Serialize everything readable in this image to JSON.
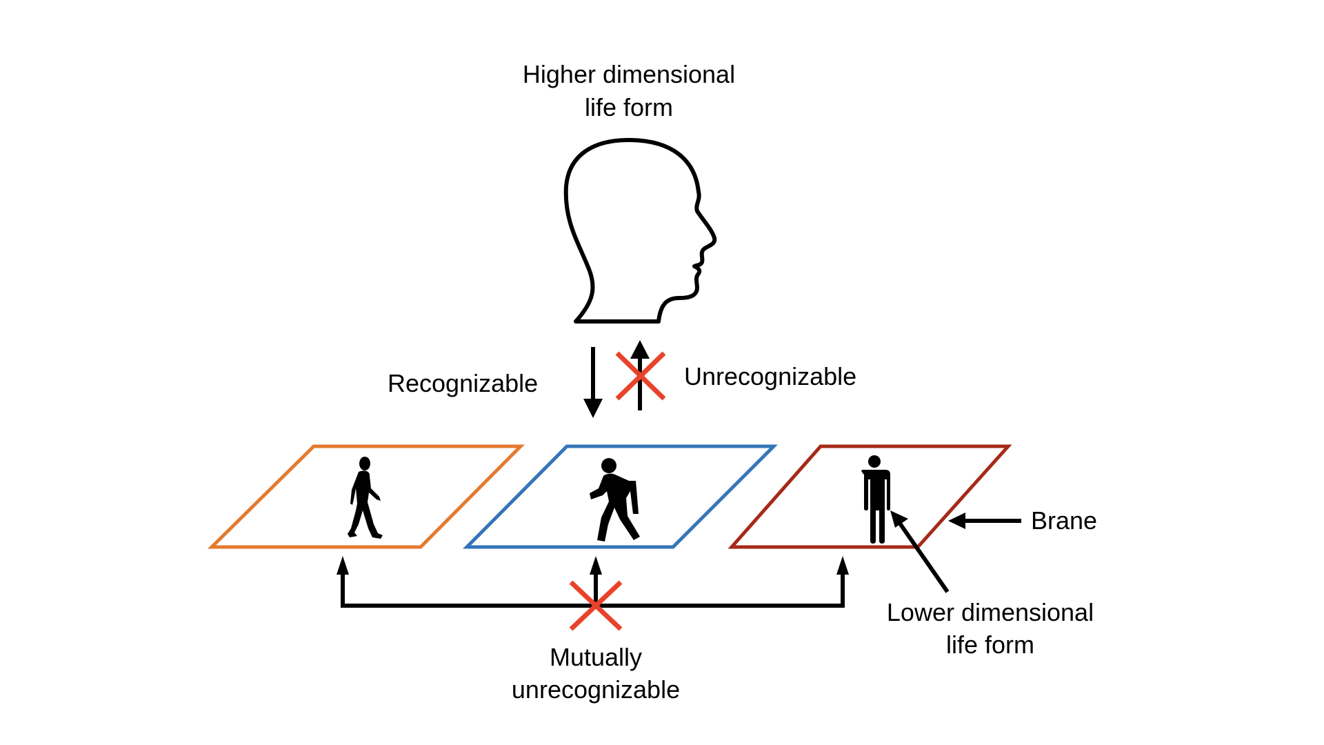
{
  "diagram": {
    "higher_life_form": {
      "label_line1": "Higher dimensional",
      "label_line2": "life form",
      "icon": "head-profile-icon"
    },
    "arrows_vertical": {
      "down_label": "Recognizable",
      "up_label": "Unrecognizable",
      "up_blocked": true
    },
    "branes": [
      {
        "name": "brane-orange",
        "color": "#E37A30",
        "figure": "walking-man-icon"
      },
      {
        "name": "brane-blue",
        "color": "#3574B8",
        "figure": "pedestrian-icon"
      },
      {
        "name": "brane-red",
        "color": "#A52A17",
        "figure": "standing-man-icon"
      }
    ],
    "brane_callout": "Brane",
    "lower_life_form": {
      "label_line1": "Lower dimensional",
      "label_line2": "life form"
    },
    "mutual": {
      "label_line1": "Mutually",
      "label_line2": "unrecognizable",
      "blocked": true
    },
    "colors": {
      "ink": "#000000",
      "cross": "#E8432A"
    }
  }
}
